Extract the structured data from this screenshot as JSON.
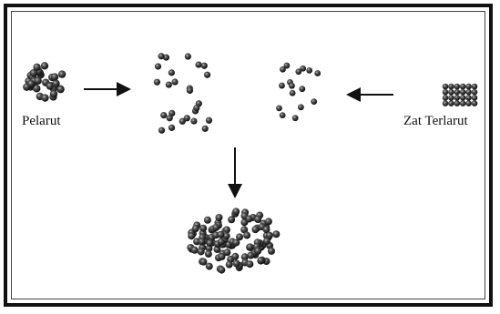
{
  "labels": {
    "solvent": "Pelarut",
    "solute": "Zat Terlarut"
  },
  "colors": {
    "frame": "#111111",
    "particle_fill": "#1a1a1a",
    "particle_highlight": "#bdbdbd",
    "arrow": "#111111"
  },
  "groups": [
    {
      "name": "solvent-cluster",
      "particles": 34
    },
    {
      "name": "solvent-dispersed",
      "particles": 26
    },
    {
      "name": "solute-dispersed",
      "particles": 16
    },
    {
      "name": "solute-lattice",
      "particles": 24
    },
    {
      "name": "solution-mixture",
      "particles": 110
    }
  ]
}
